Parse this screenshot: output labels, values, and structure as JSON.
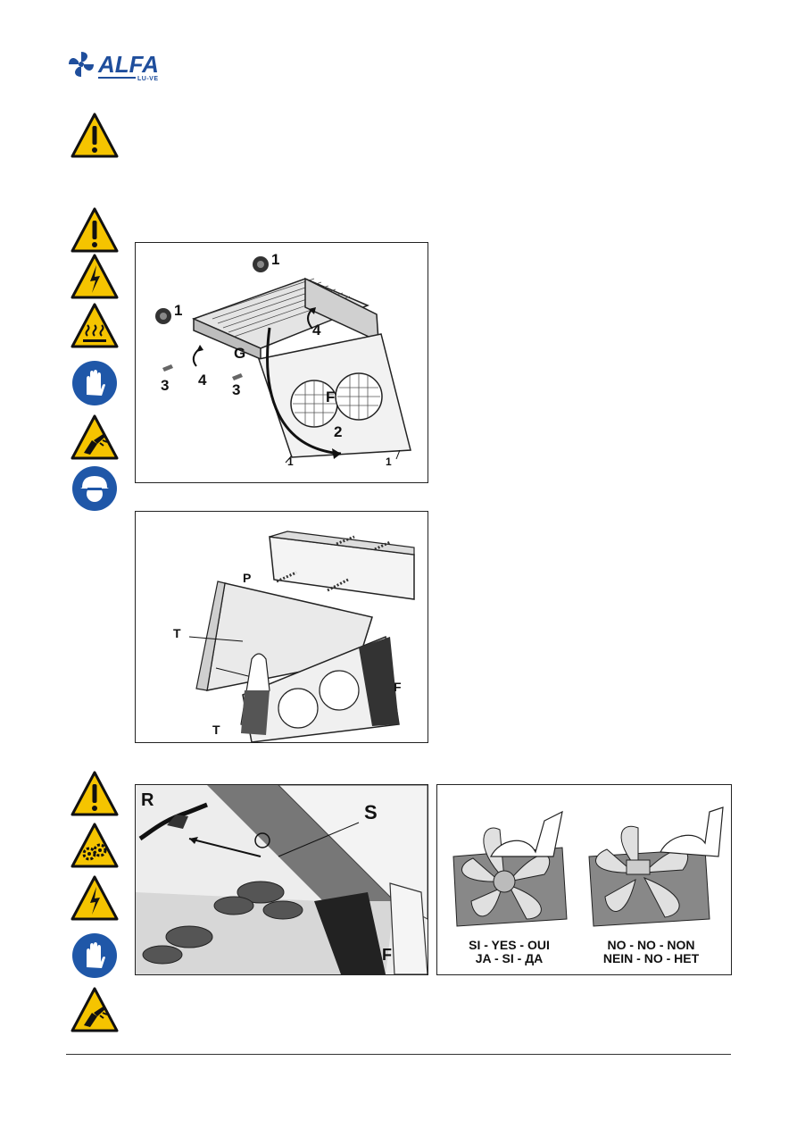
{
  "brand": {
    "name": "ALFA",
    "sub": "LU-VE"
  },
  "icons_group1": [
    "warning-icon"
  ],
  "icons_group2": [
    "warning-icon",
    "electric-hazard-icon",
    "hot-surface-icon",
    "gloves-mandatory-icon",
    "cutting-hazard-icon",
    "helmet-mandatory-icon"
  ],
  "icons_group3": [
    "warning-icon",
    "moving-parts-hazard-icon",
    "electric-hazard-icon",
    "gloves-mandatory-icon",
    "cutting-hazard-icon"
  ],
  "figure1": {
    "labels": {
      "n1a": "1",
      "n1b": "1",
      "n1c": "1",
      "n1d": "1",
      "n2": "2",
      "n3a": "3",
      "n3b": "3",
      "n4a": "4",
      "n4b": "4",
      "g": "G",
      "f": "F"
    }
  },
  "figure2": {
    "labels": {
      "p": "P",
      "t1": "T",
      "t2": "T",
      "f": "F"
    }
  },
  "figure3": {
    "labels": {
      "r": "R",
      "s": "S",
      "f": "F"
    }
  },
  "figure4": {
    "yes_line1": "SI - YES - OUI",
    "yes_line2": "JA - SI - ДА",
    "no_line1": "NO - NO - NON",
    "no_line2": "NEIN - NO - HET"
  },
  "colors": {
    "warning_yellow": "#f5c400",
    "mandatory_blue": "#1f57a8",
    "brand_blue": "#1f4e9c"
  }
}
